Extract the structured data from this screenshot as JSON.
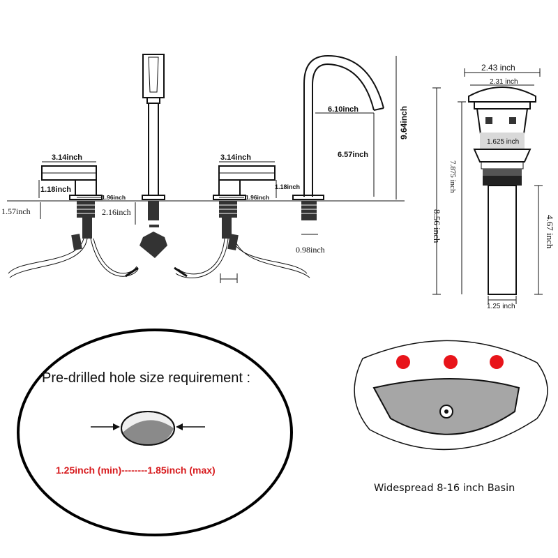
{
  "faucet": {
    "handle_width_left": "3.14inch",
    "handle_width_right": "3.14inch",
    "handle_height_left": "1.18inch",
    "handle_height_right": "1.18inch",
    "base_left": "1.96inch",
    "base_right": "1.96inch",
    "shank_left": "1.57inch",
    "spray_shank": "2.16inch",
    "spout_reach": "6.10inch",
    "spout_clearance": "6.57inch",
    "spout_height": "9.64inch",
    "spout_shank": "0.98inch"
  },
  "drain": {
    "top_outer": "2.43 inch",
    "top_inner": "2.31 inch",
    "body_width": "1.625 inch",
    "overall_height": "8.56 inch",
    "inner_height": "7.875 inch",
    "tail_height": "4.67 inch",
    "tail_width": "1.25 inch"
  },
  "hole": {
    "title": "Pre-drilled hole size requirement :",
    "range": "1.25inch (min)--------1.85inch (max)"
  },
  "basin": {
    "caption": "Widespread 8-16 inch Basin",
    "dot_color": "#e8141a",
    "bowl_color": "#a6a6a6"
  }
}
